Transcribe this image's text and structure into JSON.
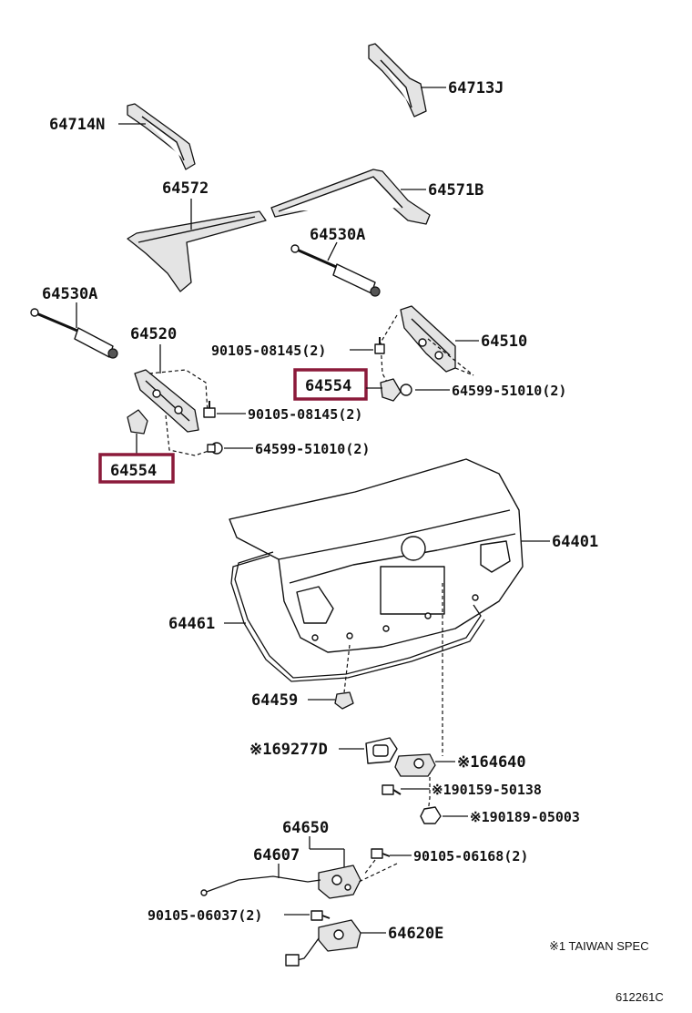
{
  "callouts": {
    "p64713J": "64713J",
    "p64714N": "64714N",
    "p64572": "64572",
    "p64571B": "64571B",
    "p64530A_right": "64530A",
    "p64530A_left": "64530A",
    "p64520": "64520",
    "p64510": "64510",
    "bolt_upper": "90105-08145(2)",
    "p64554_right": "64554",
    "bolt_right": "64599-51010(2)",
    "bolt_left_upper": "90105-08145(2)",
    "bolt_left_lower": "64599-51010(2)",
    "p64554_left": "64554",
    "p64401": "64401",
    "p64461": "64461",
    "p64459": "64459",
    "p69277D": "※169277D",
    "p64640": "※164640",
    "p90159": "※190159-50138",
    "p90189": "※190189-05003",
    "p64650": "64650",
    "p64607": "64607",
    "bolt_90105_06168": "90105-06168(2)",
    "bolt_90105_06037": "90105-06037(2)",
    "p64620E": "64620E"
  },
  "notes": {
    "spec_note": "※1 TAIWAN SPEC",
    "diagram_code": "612261C"
  },
  "colors": {
    "highlight": "#8b1a3a",
    "line": "#111111"
  }
}
